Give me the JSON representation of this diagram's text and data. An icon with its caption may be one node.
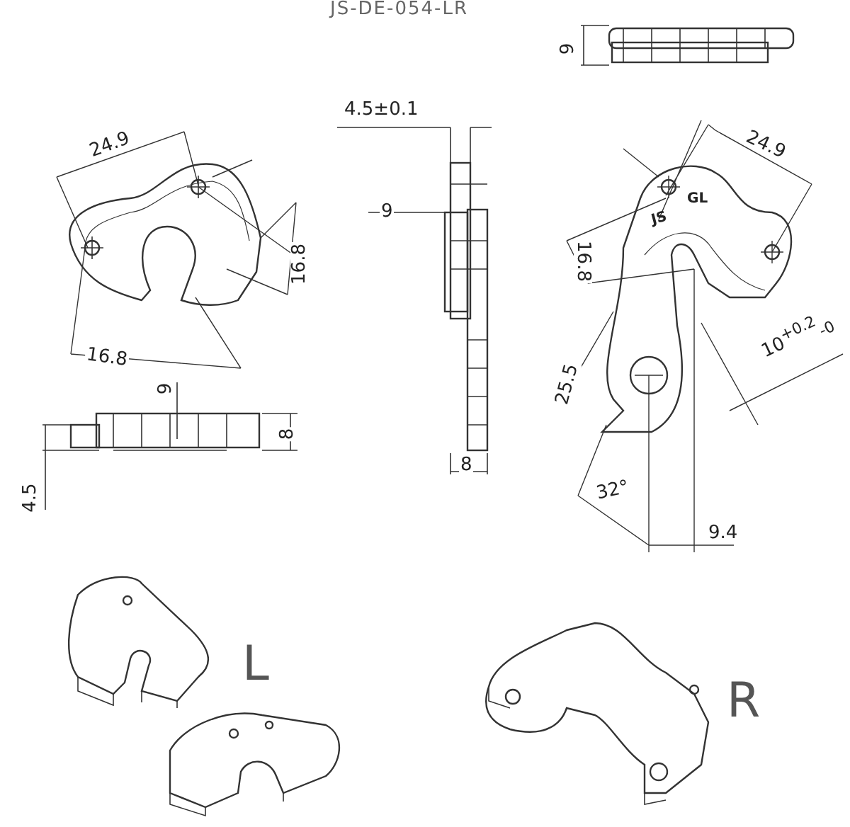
{
  "diagram": {
    "title": "JS-DE-054-LR",
    "labels": [
      "9",
      "4.5±0.1",
      "24.9",
      "24.9",
      "9",
      "JS",
      "GL",
      "16.8",
      "16.8",
      "10$^{+0.2}$$_{-0}$",
      "16.8",
      "25.5",
      "9",
      "8",
      "8",
      "4.5",
      "32°",
      "9.4",
      "L",
      "R"
    ]
  }
}
